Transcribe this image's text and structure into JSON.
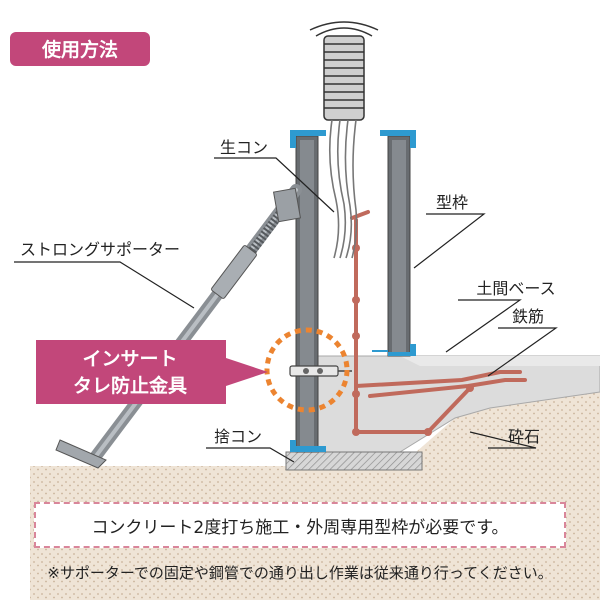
{
  "header": {
    "badge_label": "使用方法"
  },
  "labels": {
    "raw_concrete": "生コン",
    "formwork": "型枠",
    "strong_supporter": "ストロングサポーター",
    "earth_floor_base": "土間ベース",
    "rebar": "鉄筋",
    "leveling_concrete": "捨コン",
    "crushed_stone": "砕石"
  },
  "callout": {
    "line1": "インサート",
    "line2": "タレ防止金具"
  },
  "notes": {
    "requirement": "コンクリート2度打ち施工・外周専用型枠が必要です。",
    "footnote": "※サポーターでの固定や鋼管での通り出し作業は従来通り行ってください。"
  },
  "colors": {
    "badge": "#c2477a",
    "callout": "#c2477a",
    "form_blue": "#2e9ad0",
    "rebar": "#c06a5c",
    "insert_ring": "#ec8430",
    "dashed_border": "#d9869a"
  }
}
